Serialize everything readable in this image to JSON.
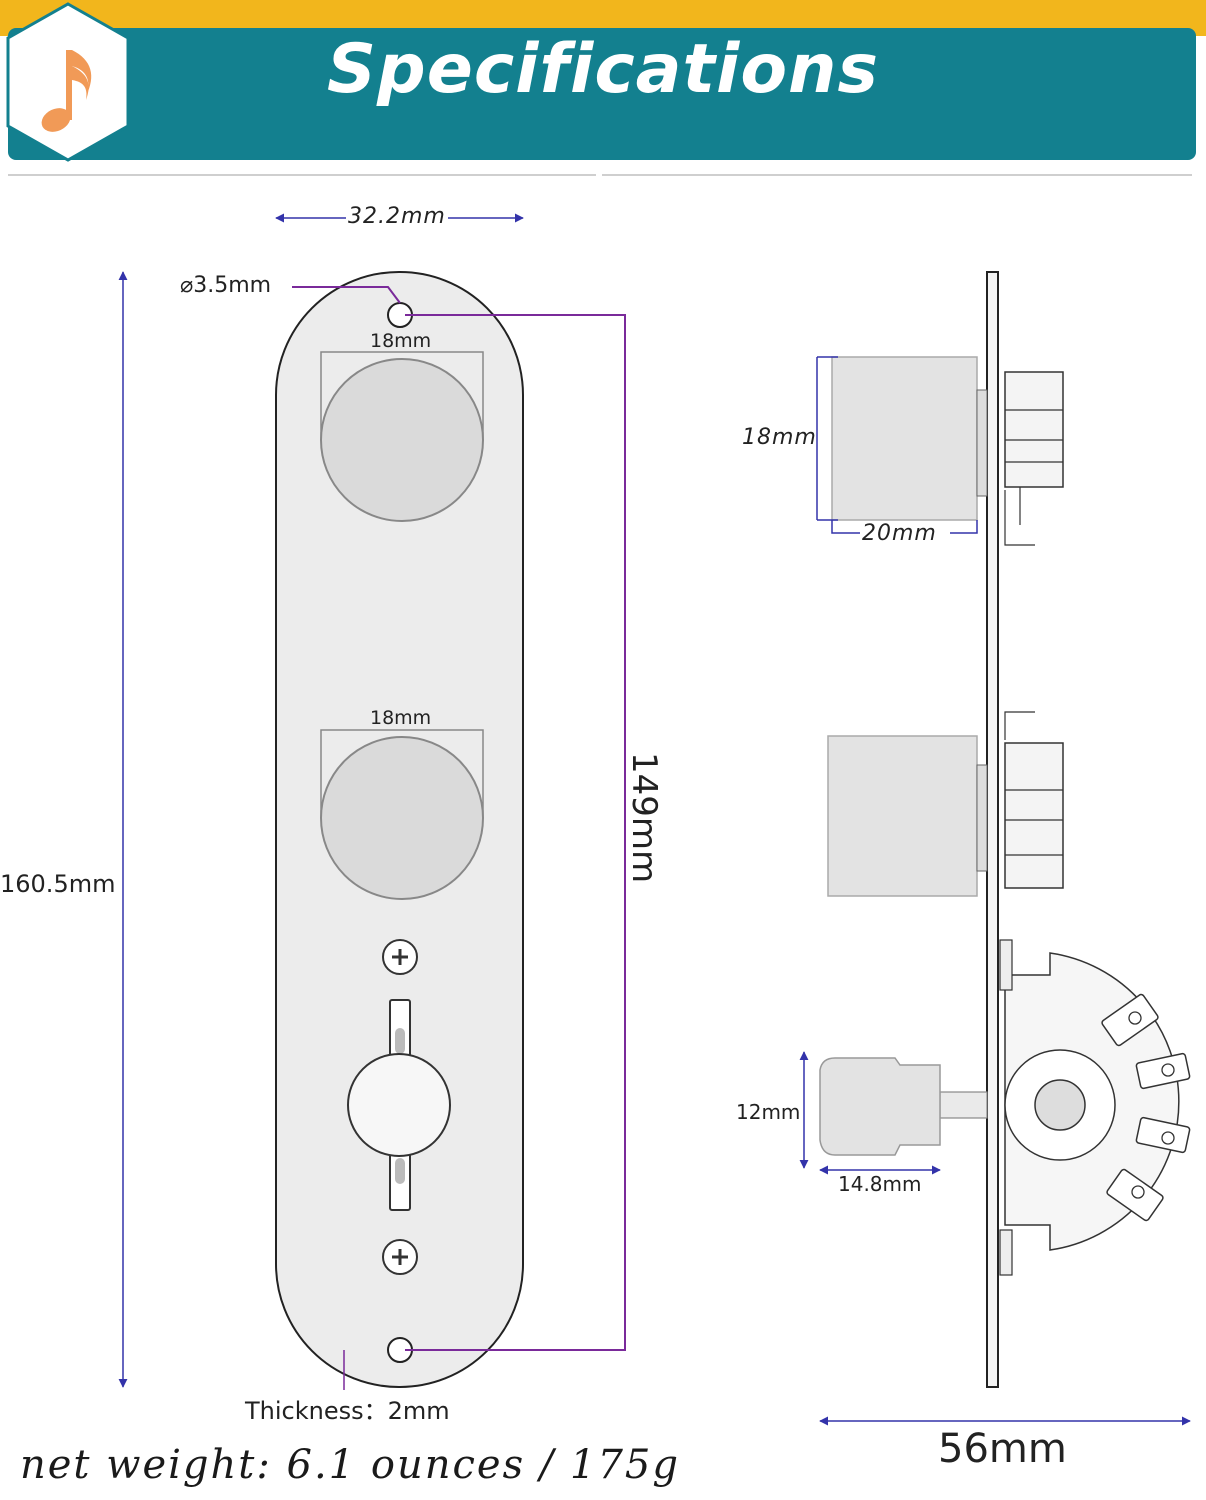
{
  "header": {
    "title": "Specifications",
    "logo_icon": "music-note-icon",
    "colors": {
      "banner": "#13808f",
      "accent": "#f2b61c",
      "note": "#f19a57"
    }
  },
  "front_view": {
    "plate_width": "32.2mm",
    "hole_diameter": "⌀3.5mm",
    "knob1_diameter": "18mm",
    "knob2_diameter": "18mm",
    "plate_length": "160.5mm",
    "hole_spacing": "149mm",
    "thickness": "Thickness：2mm"
  },
  "side_view": {
    "knob_height": "18mm",
    "knob_depth": "20mm",
    "switch_tip_height": "12mm",
    "switch_tip_length": "14.8mm",
    "total_depth": "56mm"
  },
  "footer": {
    "weight": "net weight: 6.1 ounces / 175g"
  },
  "dimension_line_colors": {
    "blue": "#3333aa",
    "purple": "#7a2a9a"
  }
}
